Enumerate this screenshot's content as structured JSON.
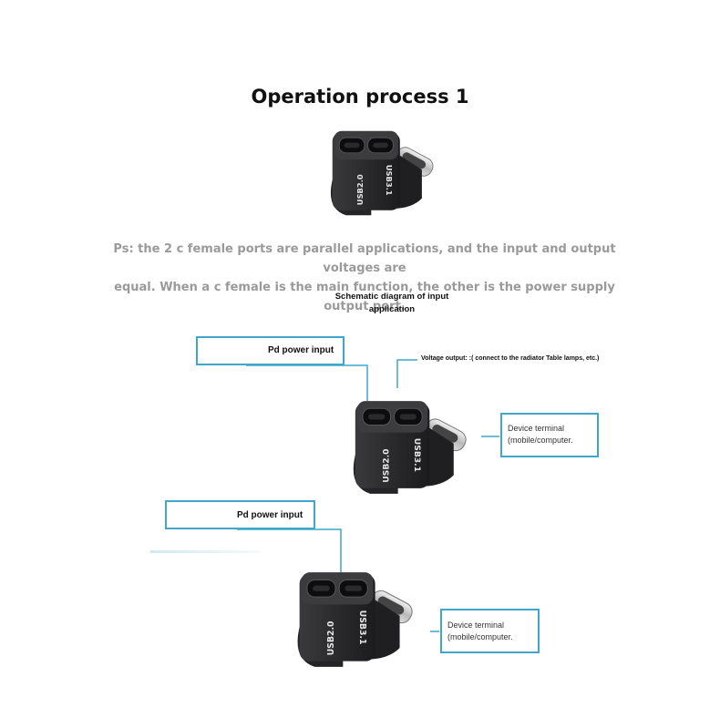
{
  "title": "Operation process 1",
  "note": {
    "line1": "Ps: the 2 c female ports are parallel applications, and the input and output voltages are",
    "line2": "equal. When a c female is the main function, the other is the power supply output port."
  },
  "schematic": {
    "line1": "Schematic diagram of input",
    "line2": "application"
  },
  "callouts": {
    "pd_input_1": "Pd power input",
    "pd_input_2": "Pd power input",
    "voltage_output": "Voltage output: :( connect to the radiator Table lamps, etc.)",
    "device_1_line1": "Device terminal",
    "device_1_line2": "(mobile/computer.",
    "device_2_line1": "Device terminal",
    "device_2_line2": "(mobile/computer."
  },
  "adapter": {
    "port_label_left": "USB2.0",
    "port_label_right": "USB3.1"
  },
  "colors": {
    "callout_border": "#3fa7c9",
    "adapter_body": "#2b2b2d",
    "note_text": "#9a9a9a"
  }
}
